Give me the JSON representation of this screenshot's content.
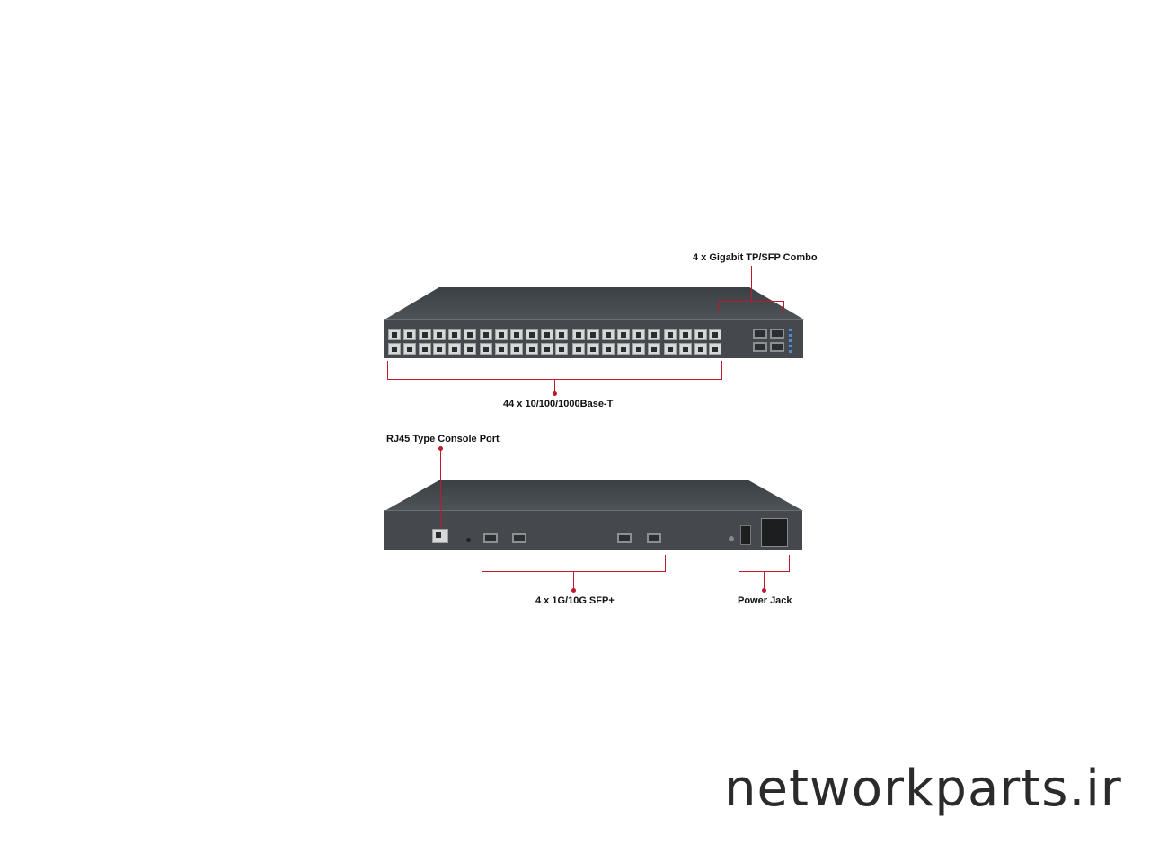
{
  "front_view": {
    "callouts": {
      "combo": "4 x Gigabit TP/SFP Combo",
      "rj45_ports": "44 x 10/100/1000Base-T"
    },
    "port_count": 44,
    "combo_count": 4
  },
  "rear_view": {
    "callouts": {
      "console": "RJ45 Type Console Port",
      "sfp_plus": "4 x 1G/10G SFP+",
      "power": "Power Jack"
    }
  },
  "colors": {
    "callout_line": "#c0192c",
    "chassis": "#45494d"
  },
  "watermark": "networkparts.ir"
}
